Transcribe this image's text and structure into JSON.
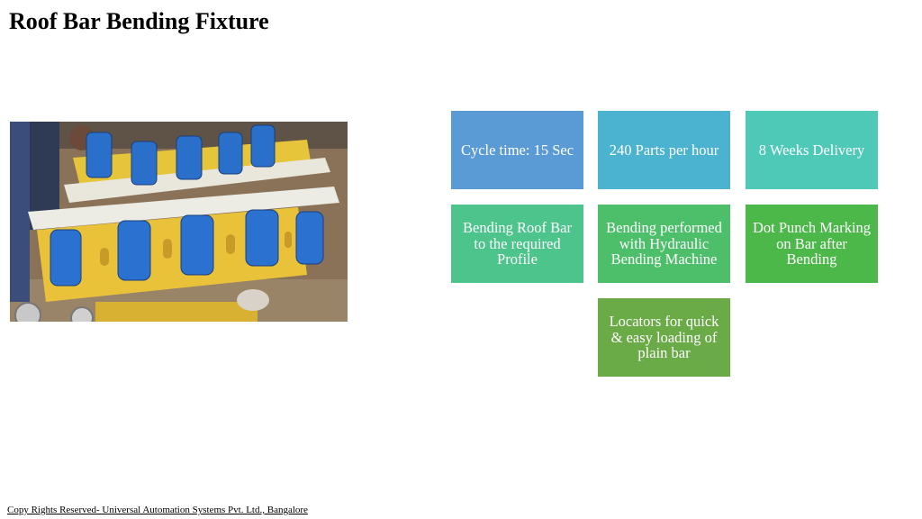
{
  "slide": {
    "title": "Roof Bar Bending Fixture",
    "footer": "Copy Rights Reserved- Universal Automation Systems Pvt. Ltd., Bangalore"
  },
  "photo": {
    "description_icon": "fixture-photo"
  },
  "tiles": [
    {
      "text": "Cycle time: 15 Sec",
      "color": "#5b9bd5"
    },
    {
      "text": "240 Parts per hour",
      "color": "#4bb3d0"
    },
    {
      "text": "8 Weeks Delivery",
      "color": "#4ec9b8"
    },
    {
      "text": "Bending Roof Bar\nto the required\nProfile",
      "color": "#4cc48c"
    },
    {
      "text": "Bending performed\nwith Hydraulic\nBending Machine",
      "color": "#4dbf6a"
    },
    {
      "text": "Dot Punch Marking\non  Bar after\nBending",
      "color": "#4db84a"
    },
    {
      "text": "Locators for quick\n& easy loading of\nplain bar",
      "color": "#6aaa47"
    }
  ]
}
